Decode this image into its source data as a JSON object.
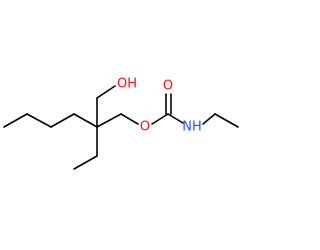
{
  "molecule": {
    "colors": {
      "bond": "#000000",
      "oxygen": "#ff0d0d",
      "nitrogen": "#3050f8"
    },
    "labels": {
      "hydroxyl": "OH",
      "ester_oxygen": "O",
      "carbonyl_oxygen": "O",
      "amine": "NH"
    }
  }
}
